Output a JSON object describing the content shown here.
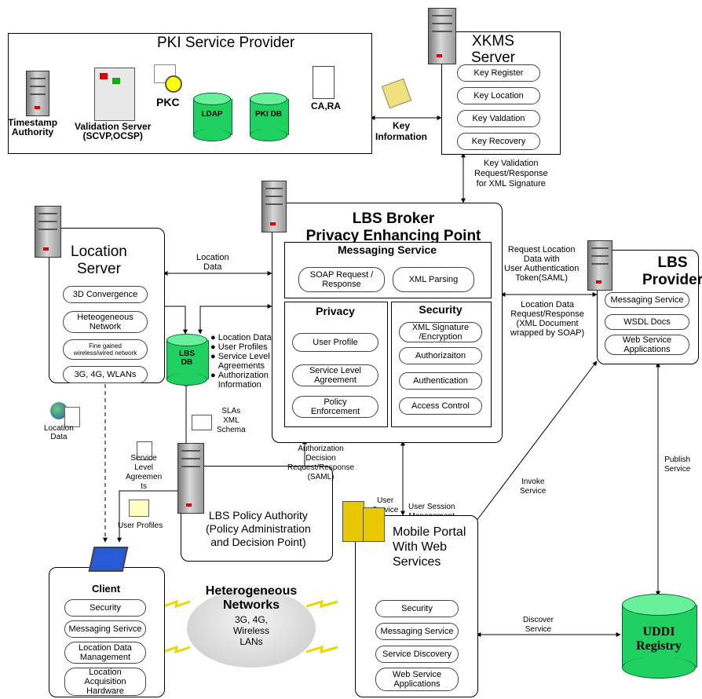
{
  "pki": {
    "title": "PKI Service Provider",
    "timestamp": "Timestamp\nAuthority",
    "validation": "Validation Server\n(SCVP,OCSP)",
    "pkc": "PKC",
    "ldap": "LDAP",
    "pkidb": "PKI DB",
    "cara": "CA,RA"
  },
  "key_information": "Key\nInformation",
  "xkms": {
    "title": "XKMS\nServer",
    "items": [
      "Key Register",
      "Key Location",
      "Key Valdation",
      "Key Recovery"
    ]
  },
  "key_validation": "Key Validation\nRequest/Response\nfor XML Signature",
  "location_server": {
    "title": "Location\nServer",
    "items": [
      "3D Convergence",
      "Heteogeneous\nNetwork",
      "Fine gained\nwireless/wired network",
      "3G, 4G, WLANs"
    ]
  },
  "location_data_top": "Location\nData",
  "lbs_db": {
    "label": "LBS\nDB",
    "bullets": [
      "Location Data",
      "User Profiles",
      "Service Level\nAgreements",
      "Authorization\nInformation"
    ]
  },
  "broker": {
    "title": "LBS Broker\nPrivacy Enhancing Point",
    "messaging_title": "Messaging Service",
    "messaging_items": [
      "SOAP Request /\nResponse",
      "XML Parsing"
    ],
    "privacy_title": "Privacy",
    "privacy_items": [
      "User Profile",
      "Service Level\nAgreement",
      "Policy\nEnforcement"
    ],
    "security_title": "Security",
    "security_items": [
      "XML Signature\n/Encryption",
      "Authorizaiton",
      "Authentication",
      "Access Control"
    ]
  },
  "lbs_provider": {
    "title": "LBS\nProvider",
    "items": [
      "Messaging Service",
      "WSDL Docs",
      "Web Service\nApplications"
    ]
  },
  "request_location": "Request Location\nData with\nUser Authentication\nToken(SAML)",
  "location_request": "Location Data\nRequest/Response\n(XML Document\nwrapped by SOAP)",
  "location_data_globe": "Location\nData",
  "slas_schema": "SLAs\nXML\nSchema",
  "service_level_agreements": "Service\nLevel\nAgreemen\nts",
  "user_profiles": "User Profiles",
  "authorization_decision": "Authorization\nDecision\nRequest/Response\n(SAML)",
  "user_service_level": "User\nService\nLevel",
  "user_session": "User Session\nManagement",
  "invoke_service": "Invoke\nService",
  "publish_service": "Publish\nService",
  "policy_authority": "LBS Policy Authority\n(Policy Administration\nand Decision Point)",
  "client": {
    "title": "Client",
    "items": [
      "Security",
      "Messaging Serivce",
      "Location Data\nManagement",
      "Location\nAcquisition\nHardware"
    ]
  },
  "networks": {
    "title": "Heterogeneous\nNetworks",
    "body": "3G, 4G,\nWireless\nLANs"
  },
  "mobile_portal": {
    "title": "Mobile Portal\nWith Web\nServices",
    "items": [
      "Security",
      "Messaging Service",
      "Service Discovery",
      "Web Service\nApplications"
    ]
  },
  "discover_service": "Discover\nService",
  "uddi": "UDDI\nRegistry"
}
